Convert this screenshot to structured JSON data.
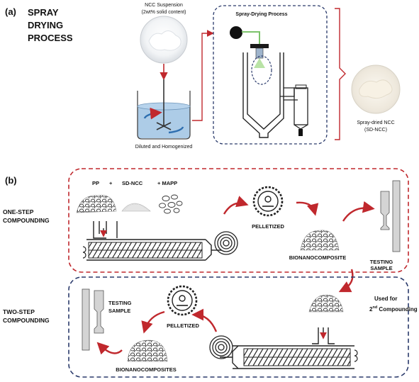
{
  "panel_a": {
    "letter": "(a)",
    "title_lines": [
      "SPRAY",
      "DRYING",
      "PROCESS"
    ],
    "suspension_lines": [
      "NCC Suspension",
      "(2wt% solid content)"
    ],
    "homogenized_label": "Diluted and Homogenized",
    "process_label": "Spray-Drying Process",
    "product_lines": [
      "Spray-dried NCC",
      "(SD-NCC)"
    ]
  },
  "panel_b": {
    "letter": "(b)",
    "one_step_lines": [
      "ONE-STEP",
      "COMPOUNDING"
    ],
    "two_step_lines": [
      "TWO-STEP",
      "COMPOUNDING"
    ],
    "ingredient_pp": "PP",
    "plus_1": "+",
    "ingredient_sdncc": "SD-NCC",
    "ingredient_mapp": "+ MAPP",
    "pelletized_1": "PELLETIZED",
    "bionano_1": "BIONANOCOMPOSITE",
    "testing_1_lines": [
      "TESTING",
      "SAMPLE"
    ],
    "used_for_lines": [
      "Used for",
      "2",
      "nd",
      " Compounding"
    ],
    "testing_2_lines": [
      "TESTING",
      "SAMPLE"
    ],
    "pelletized_2": "PELLETIZED",
    "bionano_2": "BIONANOCOMPOSITES"
  },
  "colors": {
    "red": "#c0282d",
    "navy": "#2a3a6b",
    "liquid": "#9fc3e3",
    "gray": "#d4d4d4"
  }
}
